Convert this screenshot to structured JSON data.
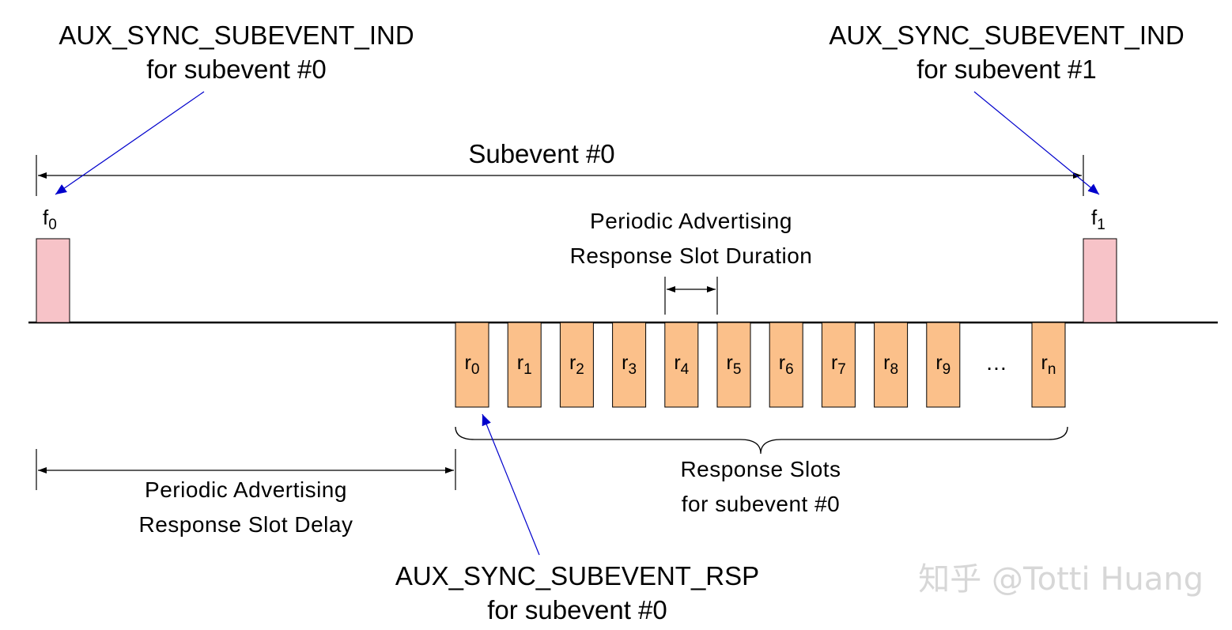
{
  "labels": {
    "aux_ind_0_l1": "AUX_SYNC_SUBEVENT_IND",
    "aux_ind_0_l2": "for subevent #0",
    "aux_ind_1_l1": "AUX_SYNC_SUBEVENT_IND",
    "aux_ind_1_l2": "for subevent #1",
    "subevent_0": "Subevent #0",
    "slot_duration_l1": "Periodic Advertising",
    "slot_duration_l2": "Response Slot Duration",
    "slot_delay_l1": "Periodic Advertising",
    "slot_delay_l2": "Response Slot Delay",
    "response_slots_l1": "Response Slots",
    "response_slots_l2": "for subevent #0",
    "aux_rsp_l1": "AUX_SYNC_SUBEVENT_RSP",
    "aux_rsp_l2": "for subevent #0",
    "ellipsis": "…",
    "watermark": "知乎 @Totti Huang"
  },
  "frames": [
    {
      "base": "f",
      "sub": "0"
    },
    {
      "base": "f",
      "sub": "1"
    }
  ],
  "slots": [
    {
      "base": "r",
      "sub": "0"
    },
    {
      "base": "r",
      "sub": "1"
    },
    {
      "base": "r",
      "sub": "2"
    },
    {
      "base": "r",
      "sub": "3"
    },
    {
      "base": "r",
      "sub": "4"
    },
    {
      "base": "r",
      "sub": "5"
    },
    {
      "base": "r",
      "sub": "6"
    },
    {
      "base": "r",
      "sub": "7"
    },
    {
      "base": "r",
      "sub": "8"
    },
    {
      "base": "r",
      "sub": "9"
    },
    {
      "base": "r",
      "sub": "n"
    }
  ],
  "colors": {
    "frame_fill": "#f7c3c8",
    "slot_fill": "#fbc08a",
    "pointer_arrow": "#0000cc",
    "line": "#000000"
  }
}
